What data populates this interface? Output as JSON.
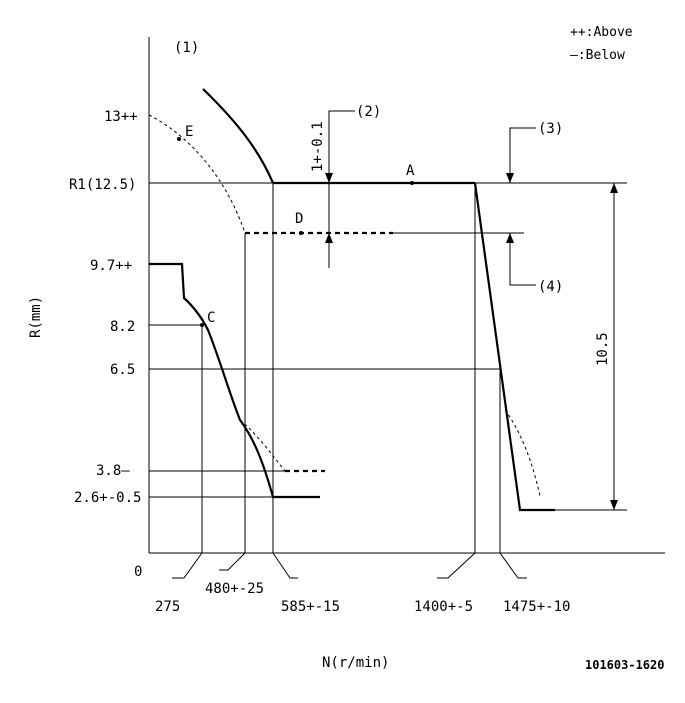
{
  "legend": {
    "above": "++:Above",
    "below": "—:Below"
  },
  "labels": {
    "section_1": "(1)",
    "y_axis": "R(mm)",
    "x_axis": "N(r/min)",
    "origin": "0",
    "drawing_id": "101603-1620"
  },
  "y_ticks": [
    {
      "text": "13++"
    },
    {
      "text": "R1(12.5)"
    },
    {
      "text": "9.7++"
    },
    {
      "text": "8.2"
    },
    {
      "text": "6.5"
    },
    {
      "text": "3.8—"
    },
    {
      "text": "2.6+-0.5"
    }
  ],
  "x_ticks": [
    {
      "text": "275"
    },
    {
      "text": "480+-25"
    },
    {
      "text": "585+-15"
    },
    {
      "text": "1400+-5"
    },
    {
      "text": "1475+-10"
    }
  ],
  "points": {
    "A": "A",
    "C": "C",
    "D": "D",
    "E": "E"
  },
  "callouts": {
    "c2": "(2)",
    "c3": "(3)",
    "c4": "(4)",
    "tolerance": "1+-0.1",
    "span": "10.5"
  }
}
